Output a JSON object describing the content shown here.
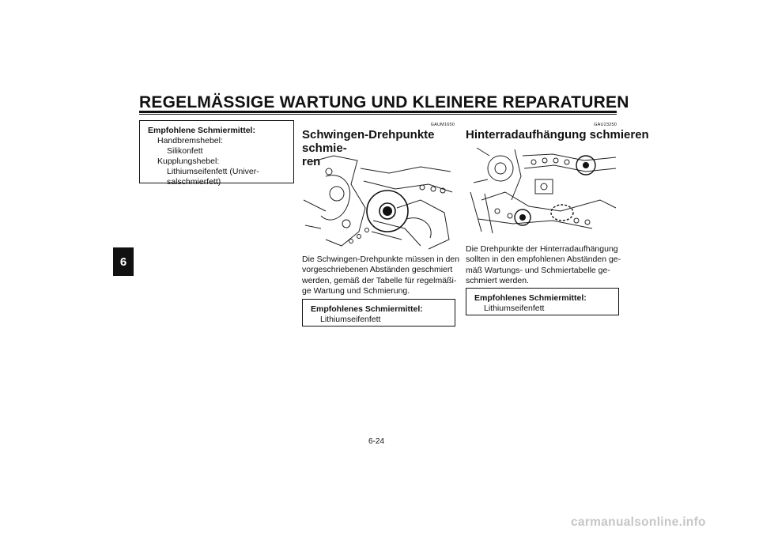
{
  "header": {
    "title": "REGELMÄSSIGE WARTUNG UND KLEINERE REPARATUREN"
  },
  "chapter": {
    "tab": "6"
  },
  "left_box": {
    "title": "Empfohlene Schmiermittel:",
    "lines": [
      "Handbremshebel:",
      "Silikonfett",
      "Kupplungshebel:",
      "Lithiumseifenfett (Univer-",
      "salschmierfett)"
    ]
  },
  "swingarm": {
    "code": "GAUM1650",
    "title_line1": "Schwingen-Drehpunkte schmie-",
    "title_line2": "ren",
    "body": [
      "Die Schwingen-Drehpunkte müssen in den",
      "vorgeschriebenen Abständen geschmiert",
      "werden, gemäß der Tabelle für regelmäßi-",
      "ge Wartung und Schmierung."
    ],
    "box_title": "Empfohlenes Schmiermittel:",
    "box_value": "Lithiumseifenfett"
  },
  "suspension": {
    "code": "GAU23250",
    "title": "Hinterradaufhängung schmieren",
    "body": [
      "Die Drehpunkte der Hinterradaufhängung",
      "sollten in den empfohlenen Abständen ge-",
      "mäß Wartungs- und Schmiertabelle ge-",
      "schmiert werden."
    ],
    "box_title": "Empfohlenes Schmiermittel:",
    "box_value": "Lithiumseifenfett"
  },
  "footer": {
    "page": "6-24"
  },
  "watermark": {
    "text": "carmanualsonline.info"
  }
}
